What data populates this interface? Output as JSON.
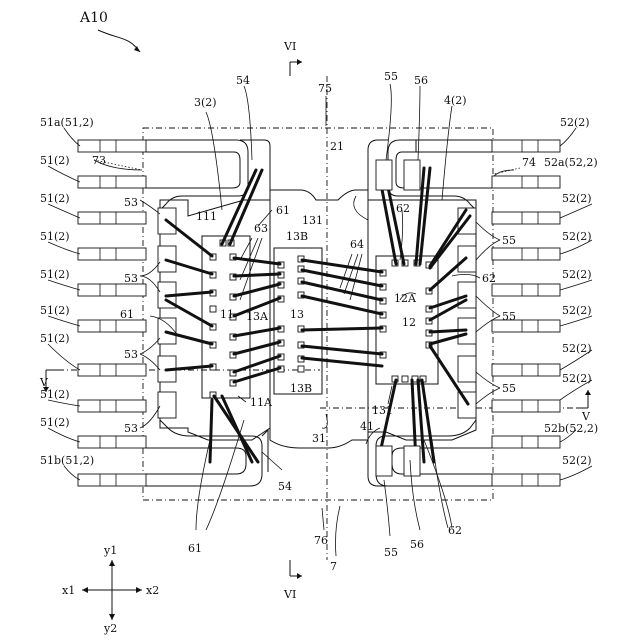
{
  "figure_label": "A10",
  "section_top": "VI",
  "section_bottom": "VI",
  "section_left": "V",
  "section_right": "V",
  "labels": {
    "l54_top": "54",
    "l3": "3(2)",
    "l75": "75",
    "l55_top": "55",
    "l56_top": "56",
    "l4": "4(2)",
    "l21": "21",
    "l73": "73",
    "l74": "74",
    "l111": "111",
    "l61_top": "61",
    "l131_top": "131",
    "l63": "63",
    "l13b_top": "13B",
    "l64": "64",
    "l62_top": "62",
    "l12a": "12A",
    "l62_mid": "62",
    "l61_left": "61",
    "l11": "11",
    "l13a": "13A",
    "l13": "13",
    "l12": "12",
    "l11a": "11A",
    "l13b_bot": "13B",
    "l131_bot": "131",
    "l41": "41",
    "l31": "31",
    "l54_bot": "54",
    "l61_bot": "61",
    "l76": "76",
    "l7": "7",
    "l55_bot": "55",
    "l56_bot": "56",
    "l62_bot": "62"
  },
  "left_labels": [
    "51a(51,2)",
    "51(2)",
    "51(2)",
    "51(2)",
    "51(2)",
    "51(2)",
    "51(2)",
    "51(2)",
    "51(2)",
    "51b(51,2)"
  ],
  "right_labels": [
    "52(2)",
    "52a(52,2)",
    "52(2)",
    "52(2)",
    "52(2)",
    "52(2)",
    "52(2)",
    "52(2)",
    "52b(52,2)",
    "52(2)"
  ],
  "left_53": [
    "53",
    "53",
    "53",
    "53"
  ],
  "right_55": [
    "55",
    "55",
    "55"
  ],
  "axes": {
    "y1": "y1",
    "y2": "y2",
    "x1": "x1",
    "x2": "x2"
  }
}
